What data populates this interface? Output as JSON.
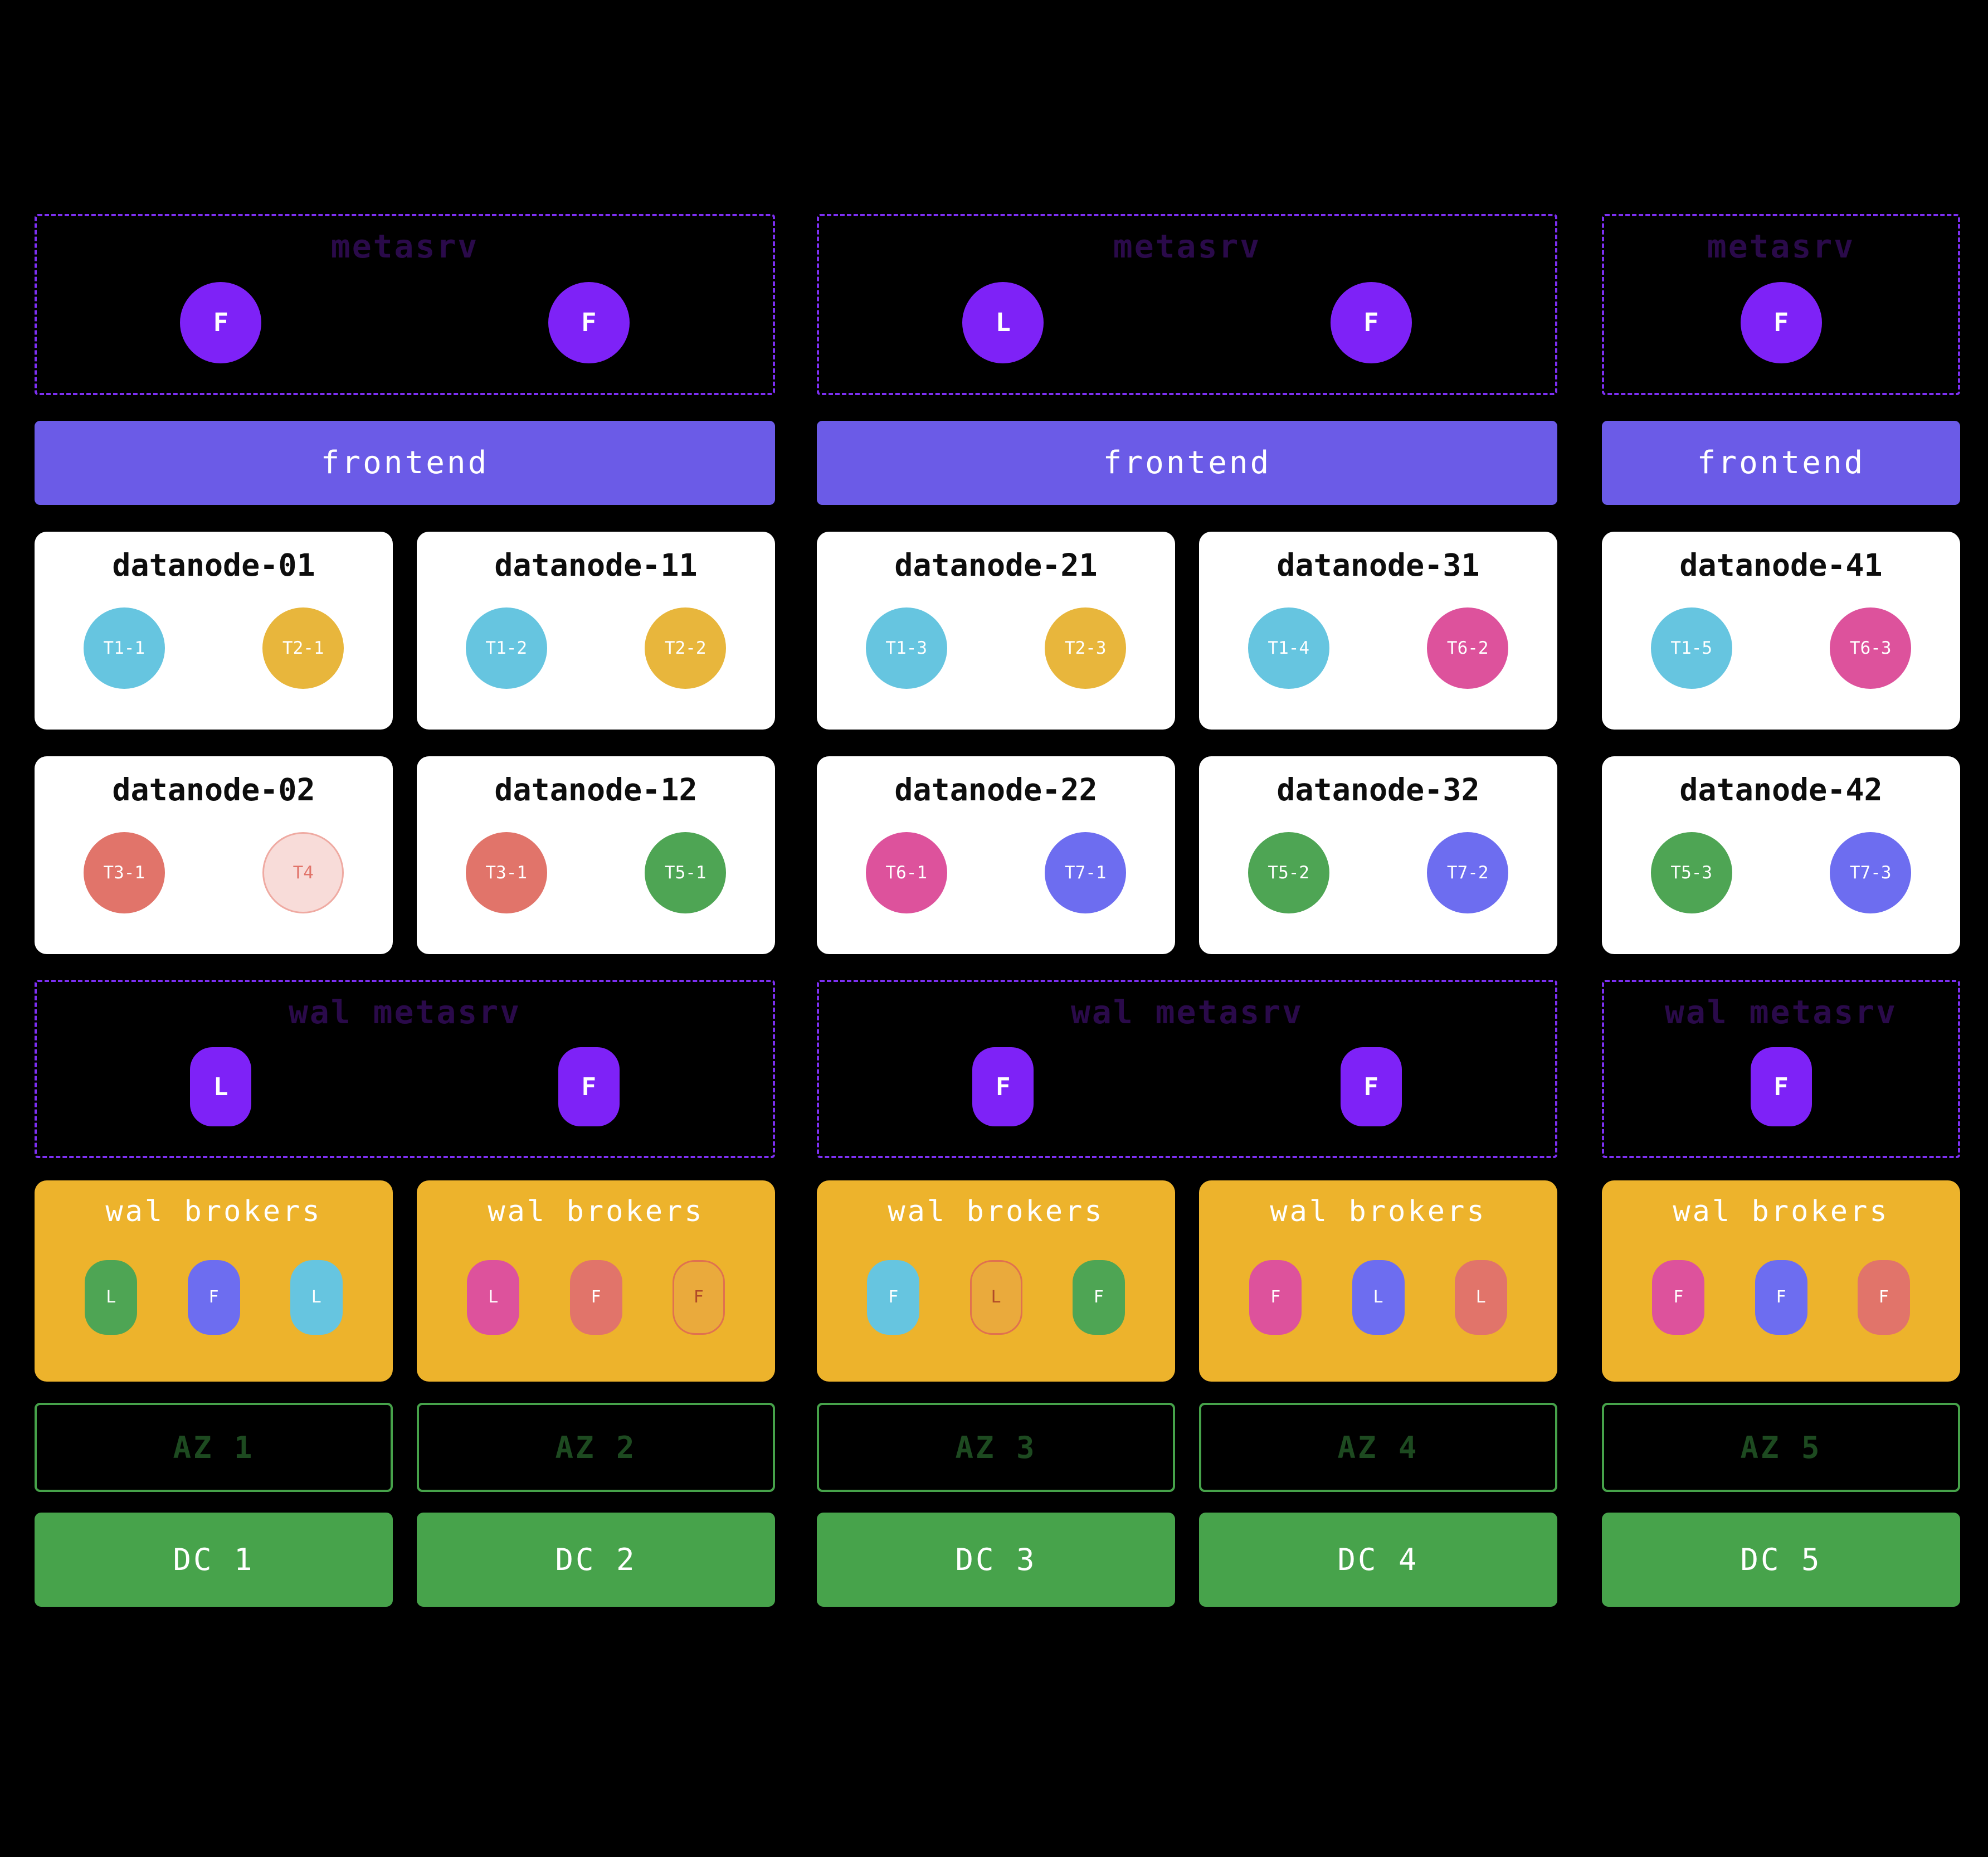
{
  "palette": {
    "background": "#000000",
    "metasrv_purple": "#7e22f7",
    "dashed_border": "#7d2ff2",
    "dashed_title_text": "#2a0a4a",
    "frontend_bar": "#6b5be7",
    "cyan": "#66c5e0",
    "gold": "#e8b63c",
    "amber_box": "#edb32c",
    "salmon": "#e1746a",
    "green": "#4ea554",
    "pink": "#dd529c",
    "indigo": "#6d6df0",
    "dc_green": "#47a34b",
    "az_text": "#1d4a20"
  },
  "metasrv_groups": [
    {
      "title": "metasrv",
      "nodes": [
        {
          "label": "F"
        },
        {
          "label": "F"
        }
      ]
    },
    {
      "title": "metasrv",
      "nodes": [
        {
          "label": "L"
        },
        {
          "label": "F"
        }
      ]
    },
    {
      "title": "metasrv",
      "nodes": [
        {
          "label": "F"
        }
      ]
    }
  ],
  "frontend_label": "frontend",
  "datanode_row1": [
    {
      "title": "datanode-01",
      "regions": [
        {
          "label": "T1-1",
          "color": "cyan"
        },
        {
          "label": "T2-1",
          "color": "gold"
        }
      ]
    },
    {
      "title": "datanode-11",
      "regions": [
        {
          "label": "T1-2",
          "color": "cyan"
        },
        {
          "label": "T2-2",
          "color": "gold"
        }
      ]
    },
    {
      "title": "datanode-21",
      "regions": [
        {
          "label": "T1-3",
          "color": "cyan"
        },
        {
          "label": "T2-3",
          "color": "gold"
        }
      ]
    },
    {
      "title": "datanode-31",
      "regions": [
        {
          "label": "T1-4",
          "color": "cyan"
        },
        {
          "label": "T6-2",
          "color": "pink"
        }
      ]
    },
    {
      "title": "datanode-41",
      "regions": [
        {
          "label": "T1-5",
          "color": "cyan"
        },
        {
          "label": "T6-3",
          "color": "pink"
        }
      ]
    }
  ],
  "datanode_row2": [
    {
      "title": "datanode-02",
      "regions": [
        {
          "label": "T3-1",
          "color": "salmon"
        },
        {
          "label": "T4",
          "color": "faded-pink"
        }
      ]
    },
    {
      "title": "datanode-12",
      "regions": [
        {
          "label": "T3-1",
          "color": "salmon"
        },
        {
          "label": "T5-1",
          "color": "green"
        }
      ]
    },
    {
      "title": "datanode-22",
      "regions": [
        {
          "label": "T6-1",
          "color": "pink"
        },
        {
          "label": "T7-1",
          "color": "indigo"
        }
      ]
    },
    {
      "title": "datanode-32",
      "regions": [
        {
          "label": "T5-2",
          "color": "green"
        },
        {
          "label": "T7-2",
          "color": "indigo"
        }
      ]
    },
    {
      "title": "datanode-42",
      "regions": [
        {
          "label": "T5-3",
          "color": "green"
        },
        {
          "label": "T7-3",
          "color": "indigo"
        }
      ]
    }
  ],
  "wal_metasrv_groups": [
    {
      "title": "wal metasrv",
      "nodes": [
        {
          "label": "L"
        },
        {
          "label": "F"
        }
      ]
    },
    {
      "title": "wal metasrv",
      "nodes": [
        {
          "label": "F"
        },
        {
          "label": "F"
        }
      ]
    },
    {
      "title": "wal metasrv",
      "nodes": [
        {
          "label": "F"
        }
      ]
    }
  ],
  "wal_broker_boxes": [
    {
      "title": "wal brokers",
      "pills": [
        {
          "label": "L",
          "color": "green"
        },
        {
          "label": "F",
          "color": "indigo"
        },
        {
          "label": "L",
          "color": "cyan"
        }
      ]
    },
    {
      "title": "wal brokers",
      "pills": [
        {
          "label": "L",
          "color": "pink"
        },
        {
          "label": "F",
          "color": "salmon"
        },
        {
          "label": "F",
          "color": "faded-gold"
        }
      ]
    },
    {
      "title": "wal brokers",
      "pills": [
        {
          "label": "F",
          "color": "cyan"
        },
        {
          "label": "L",
          "color": "faded-gold"
        },
        {
          "label": "F",
          "color": "green"
        }
      ]
    },
    {
      "title": "wal brokers",
      "pills": [
        {
          "label": "F",
          "color": "pink"
        },
        {
          "label": "L",
          "color": "indigo"
        },
        {
          "label": "L",
          "color": "salmon"
        }
      ]
    },
    {
      "title": "wal brokers",
      "pills": [
        {
          "label": "F",
          "color": "pink"
        },
        {
          "label": "F",
          "color": "indigo"
        },
        {
          "label": "F",
          "color": "salmon"
        }
      ]
    }
  ],
  "az_labels": [
    "AZ 1",
    "AZ 2",
    "AZ 3",
    "AZ 4",
    "AZ 5"
  ],
  "dc_labels": [
    "DC 1",
    "DC 2",
    "DC 3",
    "DC 4",
    "DC 5"
  ]
}
